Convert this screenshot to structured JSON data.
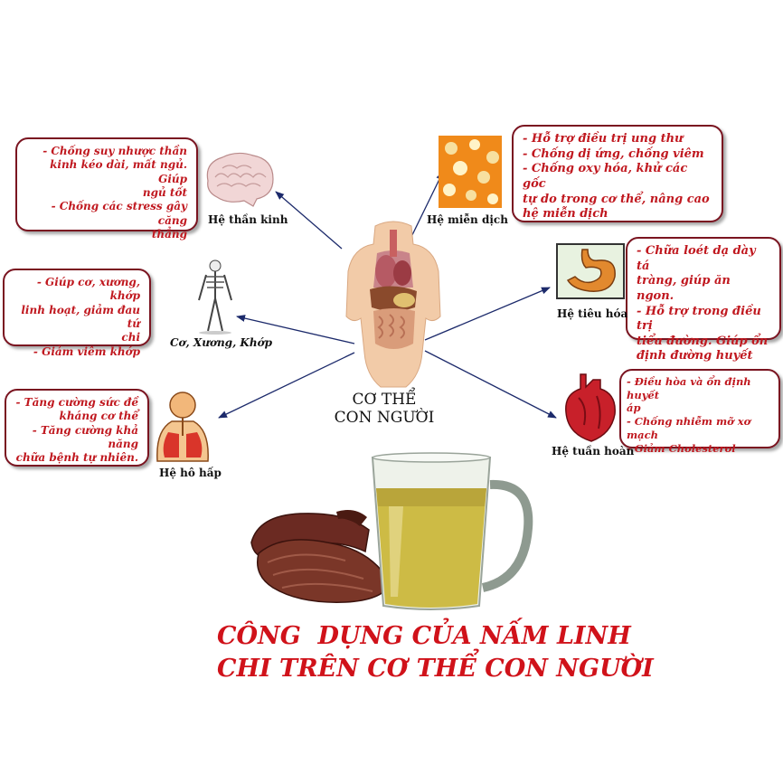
{
  "center": {
    "line1": "CƠ THỂ",
    "line2": "CON NGƯỜI"
  },
  "title": {
    "line1": "CÔNG  DỤNG CỦA NẤM LINH",
    "line2": "CHI TRÊN CƠ THỂ CON NGƯỜI"
  },
  "nervous": {
    "label": "Hệ thần kinh",
    "lines": [
      "- Chống suy nhược thần",
      "kinh kéo dài, mất ngủ. Giúp",
      "ngủ tốt",
      "- Chống các stress gây căng",
      "thẳng"
    ]
  },
  "immune": {
    "label": "Hệ miễn dịch",
    "lines": [
      "- Hỗ trợ điều trị ung thư",
      "- Chống dị ứng, chống viêm",
      "- Chống oxy hóa, khử các gốc",
      "tự do trong cơ thể, nâng cao",
      "hệ miễn dịch"
    ]
  },
  "musculo": {
    "label": "Cơ, Xương, Khớp",
    "lines": [
      "- Giúp cơ, xương, khớp",
      "linh hoạt, giảm đau tứ",
      "chi",
      "- Giảm viêm khớp"
    ]
  },
  "digestive": {
    "label": "Hệ tiêu hóa",
    "lines": [
      "- Chữa loét dạ dày tá",
      "tràng, giúp ăn ngon.",
      "- Hỗ trợ trong điều trị",
      "tiểu đường. Giúp ổn",
      "định đường huyết"
    ]
  },
  "respiratory": {
    "label": "Hệ hô hấp",
    "lines": [
      "- Tăng cường sức đề",
      "kháng cơ thể",
      "- Tăng cường khả năng",
      "chữa bệnh tự nhiên."
    ]
  },
  "circulatory": {
    "label": "Hệ tuần hoàn",
    "lines": [
      "- Điều hòa và ổn định huyết",
      "áp",
      "- Chống nhiễm mỡ xơ mạch",
      "- Giảm Cholesterol"
    ]
  },
  "colors": {
    "accent": "#c0181f",
    "border": "#7a1420",
    "arrow": "#1c2a6b"
  }
}
